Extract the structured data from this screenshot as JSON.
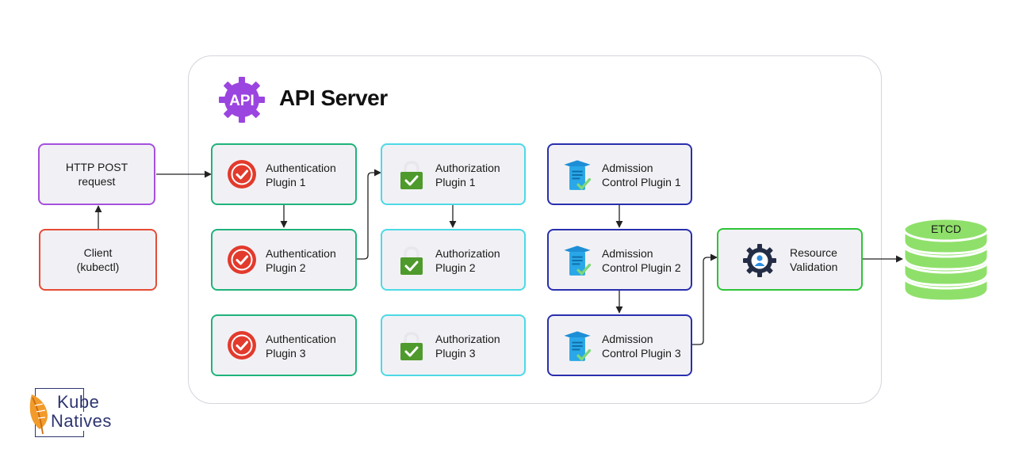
{
  "server": {
    "title": "API Server",
    "badge": "API"
  },
  "http_request": {
    "line1": "HTTP POST",
    "line2": "request"
  },
  "client": {
    "line1": "Client",
    "line2": "(kubectl)"
  },
  "authentication": [
    {
      "line1": "Authentication",
      "line2": "Plugin 1"
    },
    {
      "line1": "Authentication",
      "line2": "Plugin 2"
    },
    {
      "line1": "Authentication",
      "line2": "Plugin 3"
    }
  ],
  "authorization": [
    {
      "line1": "Authorization",
      "line2": "Plugin 1"
    },
    {
      "line1": "Authorization",
      "line2": "Plugin 2"
    },
    {
      "line1": "Authorization",
      "line2": "Plugin 3"
    }
  ],
  "admission": [
    {
      "line1": "Admission",
      "line2": "Control Plugin 1"
    },
    {
      "line1": "Admission",
      "line2": "Control Plugin 2"
    },
    {
      "line1": "Admission",
      "line2": "Control Plugin 3"
    }
  ],
  "resource_validation": {
    "line1": "Resource",
    "line2": "Validation"
  },
  "etcd": {
    "label": "ETCD"
  },
  "logo": {
    "line1": "Kube",
    "line2": "Natives"
  },
  "icons": {
    "authentication": "badge-check-icon",
    "authorization": "lock-check-icon",
    "admission": "document-check-icon",
    "resource_validation": "gear-user-icon",
    "server": "api-gear-icon",
    "etcd": "database-icon",
    "logo": "feather-icon"
  },
  "colors": {
    "authentication": "#1fb37b",
    "authorization": "#4dd9e6",
    "admission": "#2a2fae",
    "resource_validation": "#2ec437",
    "http": "#a650dd",
    "client": "#e64b35",
    "etcd": "#8fe06a",
    "api_badge": "#9b45e0"
  }
}
